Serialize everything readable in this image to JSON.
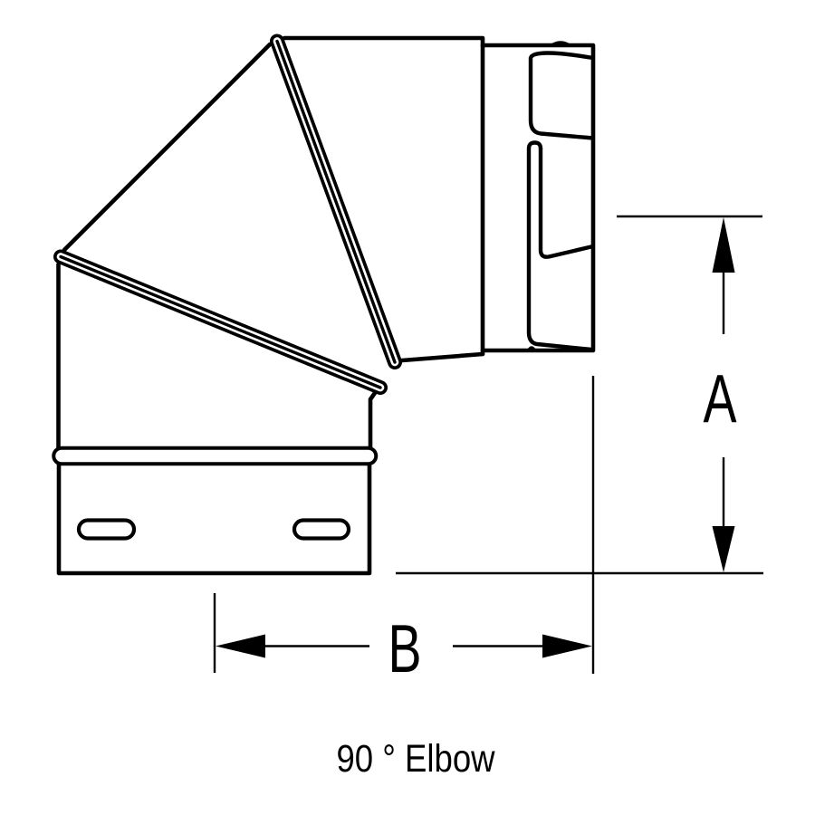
{
  "page": {
    "background_color": "#ffffff",
    "line_color": "#000000"
  },
  "figure": {
    "caption": "90 ° Elbow",
    "dimensions": {
      "vertical_label": "A",
      "horizontal_label": "B"
    }
  }
}
